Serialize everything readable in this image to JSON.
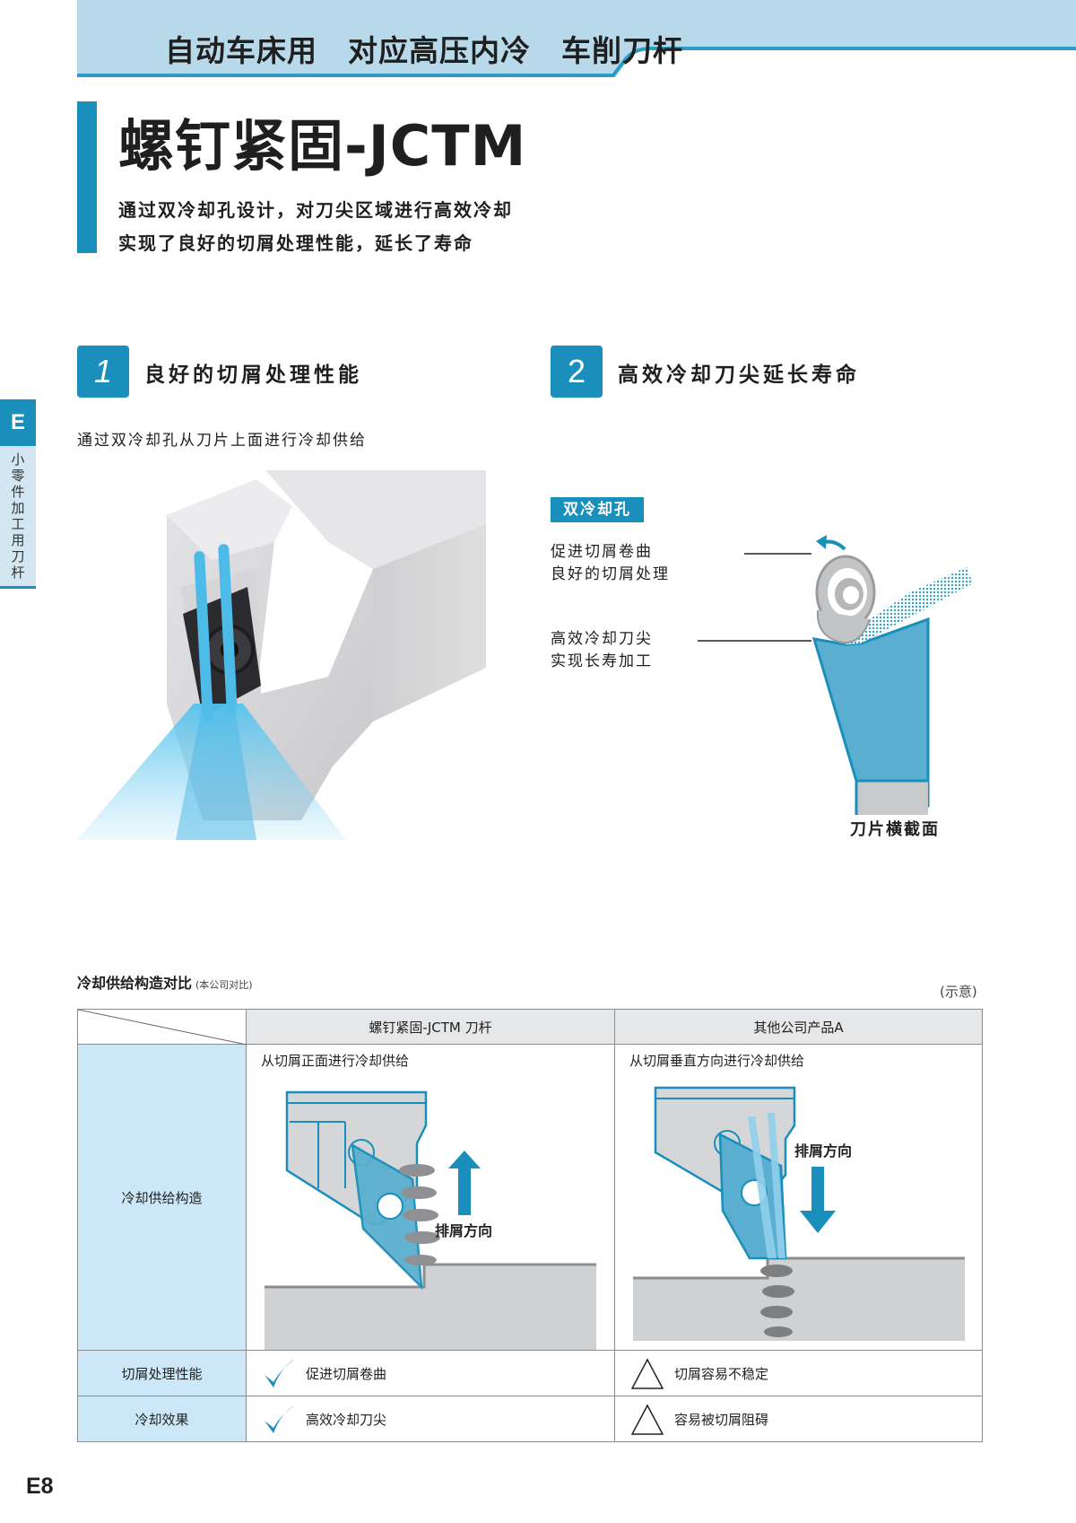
{
  "header": {
    "banner_segments": [
      "自动车床用",
      "对应高压内冷",
      "车削刀杆"
    ],
    "accent_color": "#1a8fbb",
    "banner_color": "#b7d9e9"
  },
  "title": {
    "main": "螺钉紧固-JCTM",
    "lines": [
      "通过双冷却孔设计，对刀尖区域进行高效冷却",
      "实现了良好的切屑处理性能，延长了寿命"
    ]
  },
  "side_tab": {
    "letter": "E",
    "chars": [
      "小",
      "零",
      "件",
      "加",
      "工",
      "用",
      "刀",
      "杆"
    ]
  },
  "features": [
    {
      "number": "1",
      "label": "良好的切屑处理性能"
    },
    {
      "number": "2",
      "label": "高效冷却刀尖延长寿命"
    }
  ],
  "feature1": {
    "caption": "通过双冷却孔从刀片上面进行冷却供给"
  },
  "feature2": {
    "badge": "双冷却孔",
    "note1": [
      "促进切屑卷曲",
      "良好的切屑处理"
    ],
    "note2": [
      "高效冷却刀尖",
      "实现长寿加工"
    ],
    "cross_section_caption": "刀片横截面"
  },
  "comparison": {
    "title": "冷却供给构造对比",
    "title_note": "(本公司对比)",
    "illustrative_note": "(示意)",
    "columns": [
      "螺钉紧固-JCTM 刀杆",
      "其他公司产品A"
    ],
    "rows": {
      "structure": {
        "label": "冷却供给构造",
        "cells": [
          {
            "subtitle": "从切屑正面进行冷却供给",
            "arrow_label": "排屑方向",
            "arrow_dir": "up"
          },
          {
            "subtitle": "从切屑垂直方向进行冷却供给",
            "arrow_label": "排屑方向",
            "arrow_dir": "down"
          }
        ]
      },
      "chip_control": {
        "label": "切屑处理性能",
        "cells": [
          {
            "mark": "check",
            "text": "促进切屑卷曲"
          },
          {
            "mark": "triangle",
            "text": "切屑容易不稳定"
          }
        ]
      },
      "cooling": {
        "label": "冷却效果",
        "cells": [
          {
            "mark": "check",
            "text": "高效冷却刀尖"
          },
          {
            "mark": "triangle",
            "text": "容易被切屑阻碍"
          }
        ]
      }
    }
  },
  "footer": {
    "page_number": "E8"
  }
}
